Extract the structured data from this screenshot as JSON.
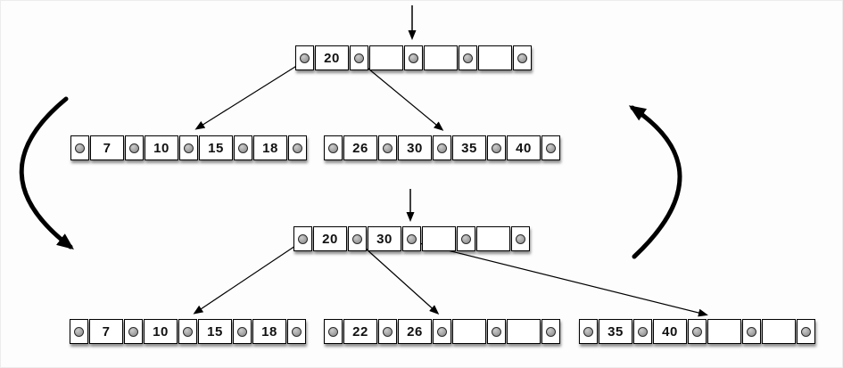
{
  "palette": {
    "line": "#000000",
    "cell_bg": "#ffffff",
    "dot_fill": "#979797",
    "dot_ring": "#2b2b2b"
  },
  "diagram": {
    "type": "btree-split-sequence",
    "top_tree": {
      "root": {
        "keys": [
          "20",
          "",
          "",
          ""
        ]
      },
      "children": [
        {
          "keys": [
            "7",
            "10",
            "15",
            "18"
          ]
        },
        {
          "keys": [
            "26",
            "30",
            "35",
            "40"
          ]
        }
      ]
    },
    "bottom_tree": {
      "root": {
        "keys": [
          "20",
          "30",
          "",
          ""
        ]
      },
      "children": [
        {
          "keys": [
            "7",
            "10",
            "15",
            "18"
          ]
        },
        {
          "keys": [
            "22",
            "26",
            "",
            ""
          ]
        },
        {
          "keys": [
            "35",
            "40",
            "",
            ""
          ]
        }
      ]
    }
  }
}
